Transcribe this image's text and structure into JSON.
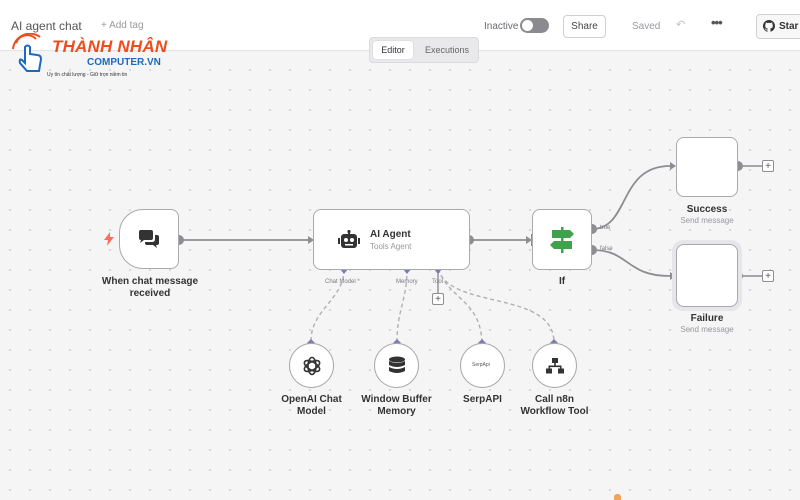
{
  "header": {
    "workflow_name": "AI agent chat",
    "add_tag": "+ Add tag",
    "status_label": "Inactive",
    "share_label": "Share",
    "saved_label": "Saved",
    "star_label": "Star",
    "active": false
  },
  "tabs": [
    {
      "label": "Editor",
      "active": true
    },
    {
      "label": "Executions",
      "active": false
    }
  ],
  "watermark": {
    "title": "THÀNH NHÂN",
    "subtitle": "COMPUTER.VN",
    "slogan": "Uy tín chất lượng - Giữ trọn niềm tin"
  },
  "nodes": {
    "trigger": {
      "label": "When chat message received",
      "icon": "chat-bubbles-icon",
      "trigger_icon": "bolt-icon"
    },
    "agent": {
      "title": "AI Agent",
      "subtitle": "Tools Agent",
      "icon": "robot-icon",
      "ports": {
        "chat_model": "Chat Model *",
        "memory": "Memory",
        "tool": "Tool"
      }
    },
    "if": {
      "label": "If",
      "icon": "signpost-icon",
      "true_label": "true",
      "false_label": "false"
    },
    "success": {
      "label": "Success",
      "subtitle": "Send message"
    },
    "failure": {
      "label": "Failure",
      "subtitle": "Send message"
    }
  },
  "tools": [
    {
      "label_line1": "OpenAI Chat",
      "label_line2": "Model",
      "icon": "openai-icon"
    },
    {
      "label_line1": "Window Buffer",
      "label_line2": "Memory",
      "icon": "database-icon"
    },
    {
      "label_line1": "SerpAPI",
      "label_line2": "",
      "icon": "serpapi-icon",
      "icon_text": "SerpApi"
    },
    {
      "label_line1": "Call n8n",
      "label_line2": "Workflow Tool",
      "icon": "sitemap-icon"
    }
  ],
  "colors": {
    "accent_red": "#ff6d5a",
    "if_green": "#3fa34d",
    "watermark_orange": "#ee4c1e",
    "watermark_blue": "#1a6ac1"
  }
}
